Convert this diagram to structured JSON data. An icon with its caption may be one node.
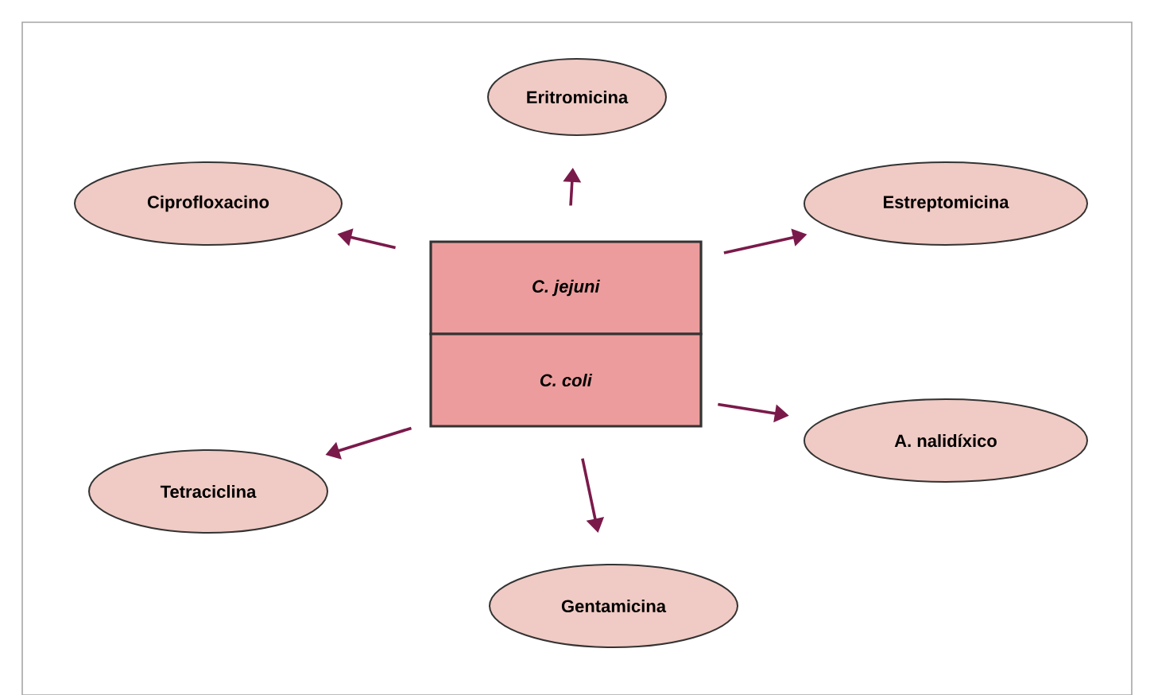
{
  "diagram": {
    "nodes": [
      {
        "text": [
          "*C. jejuni*"
        ]
      },
      {
        "text": [
          "*C. coli*"
        ]
      },
      {
        "text": [
          "Eritromicina"
        ]
      },
      {
        "text": [
          "Ciprofloxacino"
        ]
      },
      {
        "text": [
          "Estreptomicina"
        ]
      },
      {
        "text": [
          "Tetraciclina"
        ]
      },
      {
        "text": [
          "A. nalidíxico"
        ]
      },
      {
        "text": [
          "Gentamicina"
        ]
      }
    ],
    "edges": [
      {
        "from": 0,
        "to": 2,
        "arrow": "to"
      },
      {
        "from": 0,
        "to": 3,
        "arrow": "to"
      },
      {
        "from": 0,
        "to": 4,
        "arrow": "to"
      },
      {
        "from": 1,
        "to": 6,
        "arrow": "to"
      },
      {
        "from": 1,
        "to": 5,
        "arrow": "to"
      },
      {
        "from": 1,
        "to": 7,
        "arrow": "to"
      }
    ]
  }
}
